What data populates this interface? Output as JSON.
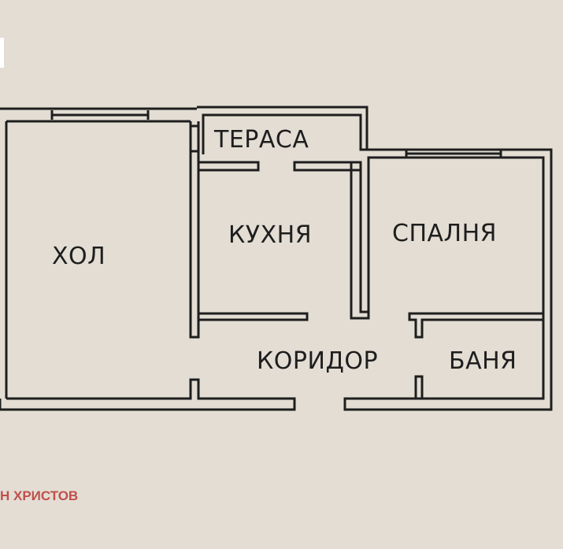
{
  "rooms": {
    "living": "ХОЛ",
    "terrace": "ТЕРАСА",
    "kitchen": "КУХНЯ",
    "bedroom": "СПАЛНЯ",
    "corridor": "КОРИДОР",
    "bathroom": "БАНЯ"
  },
  "watermark": "Н ХРИСТОВ",
  "colors": {
    "background": "#e3ddd4",
    "wall": "#1e1e1e",
    "watermark": "#c0504a"
  }
}
